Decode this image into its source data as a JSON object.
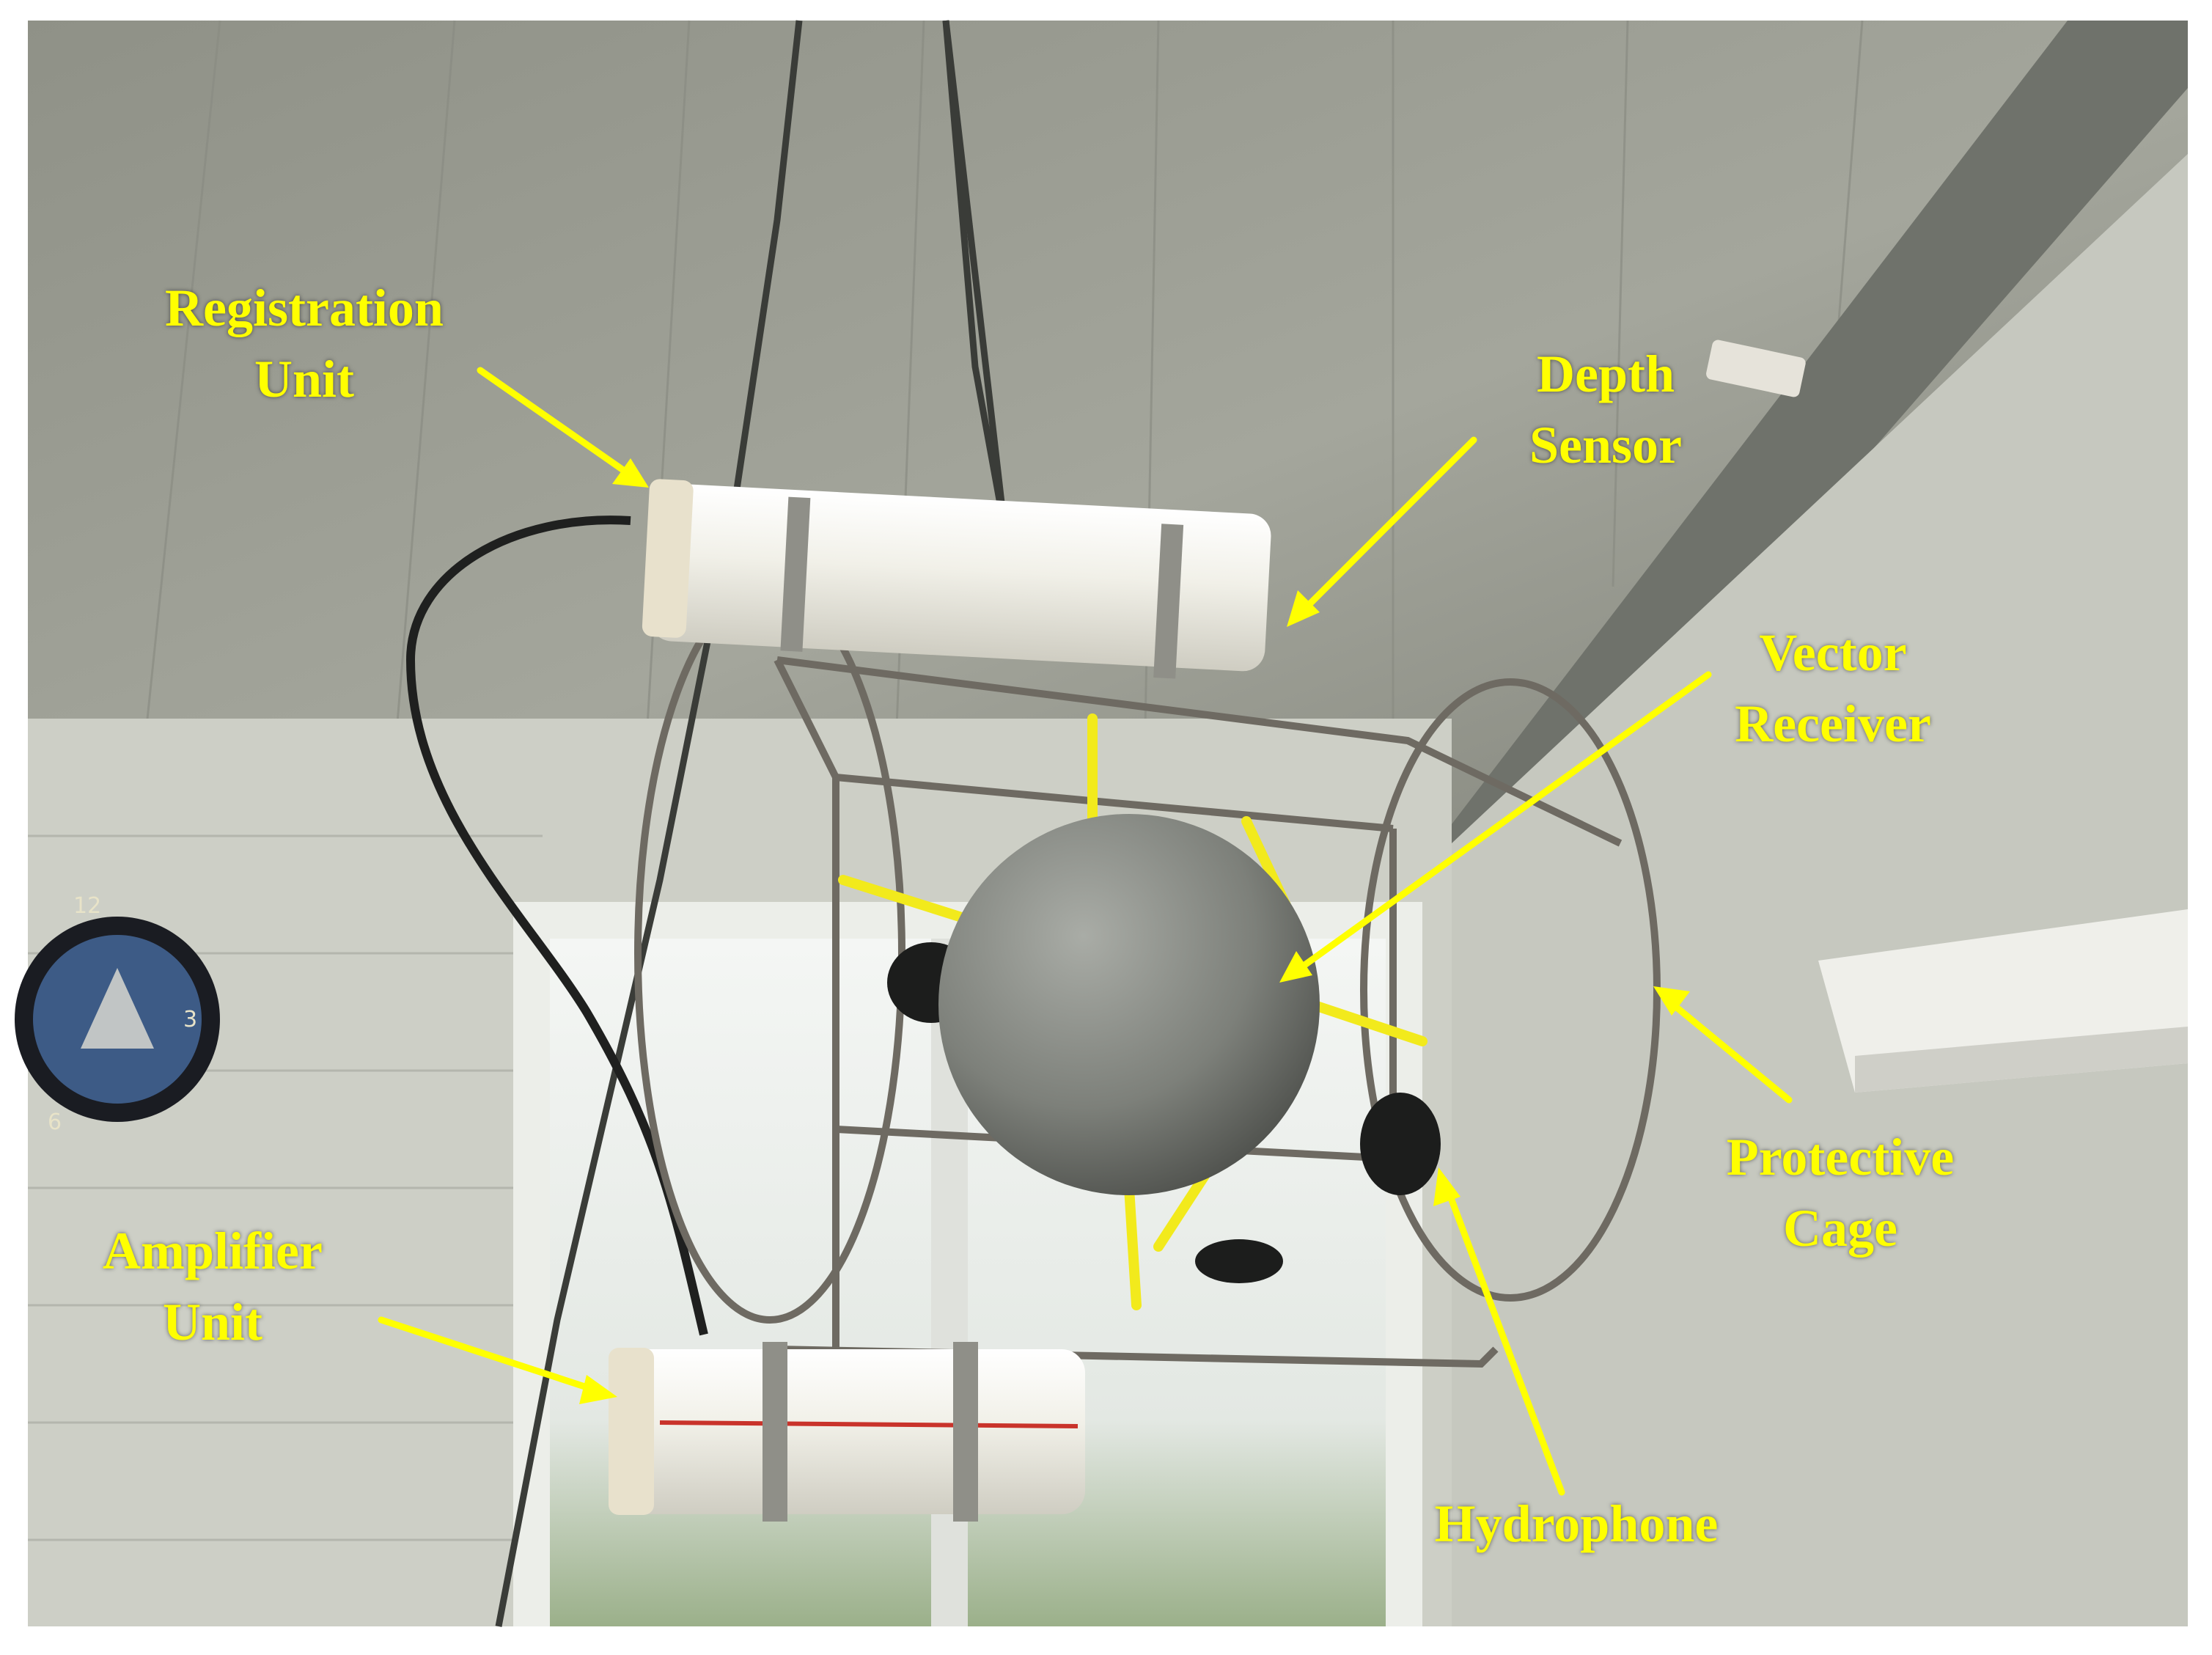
{
  "photo": {
    "subject": "Vector receiver measurement assembly suspended indoors"
  },
  "colors": {
    "annotation": "#ffff00",
    "frame": "#ffffff",
    "ceiling": "#9c9e92",
    "wall": "#c9cbc2",
    "window_sky": "#e8ece8",
    "sphere": "#7d807c",
    "tube": "#f1f0e8",
    "cage": "#6e6a62",
    "yellow_strap": "#f2ea1c"
  },
  "labels": {
    "registration": [
      "Registration",
      "Unit"
    ],
    "depth": [
      "Depth",
      "Sensor"
    ],
    "vector": [
      "Vector",
      "Receiver"
    ],
    "protective": [
      "Protective",
      "Cage"
    ],
    "amplifier": [
      "Amplifier",
      "Unit"
    ],
    "hydrophone": [
      "Hydrophone"
    ]
  },
  "clock": {
    "numerals": [
      "12",
      "3",
      "6"
    ]
  }
}
